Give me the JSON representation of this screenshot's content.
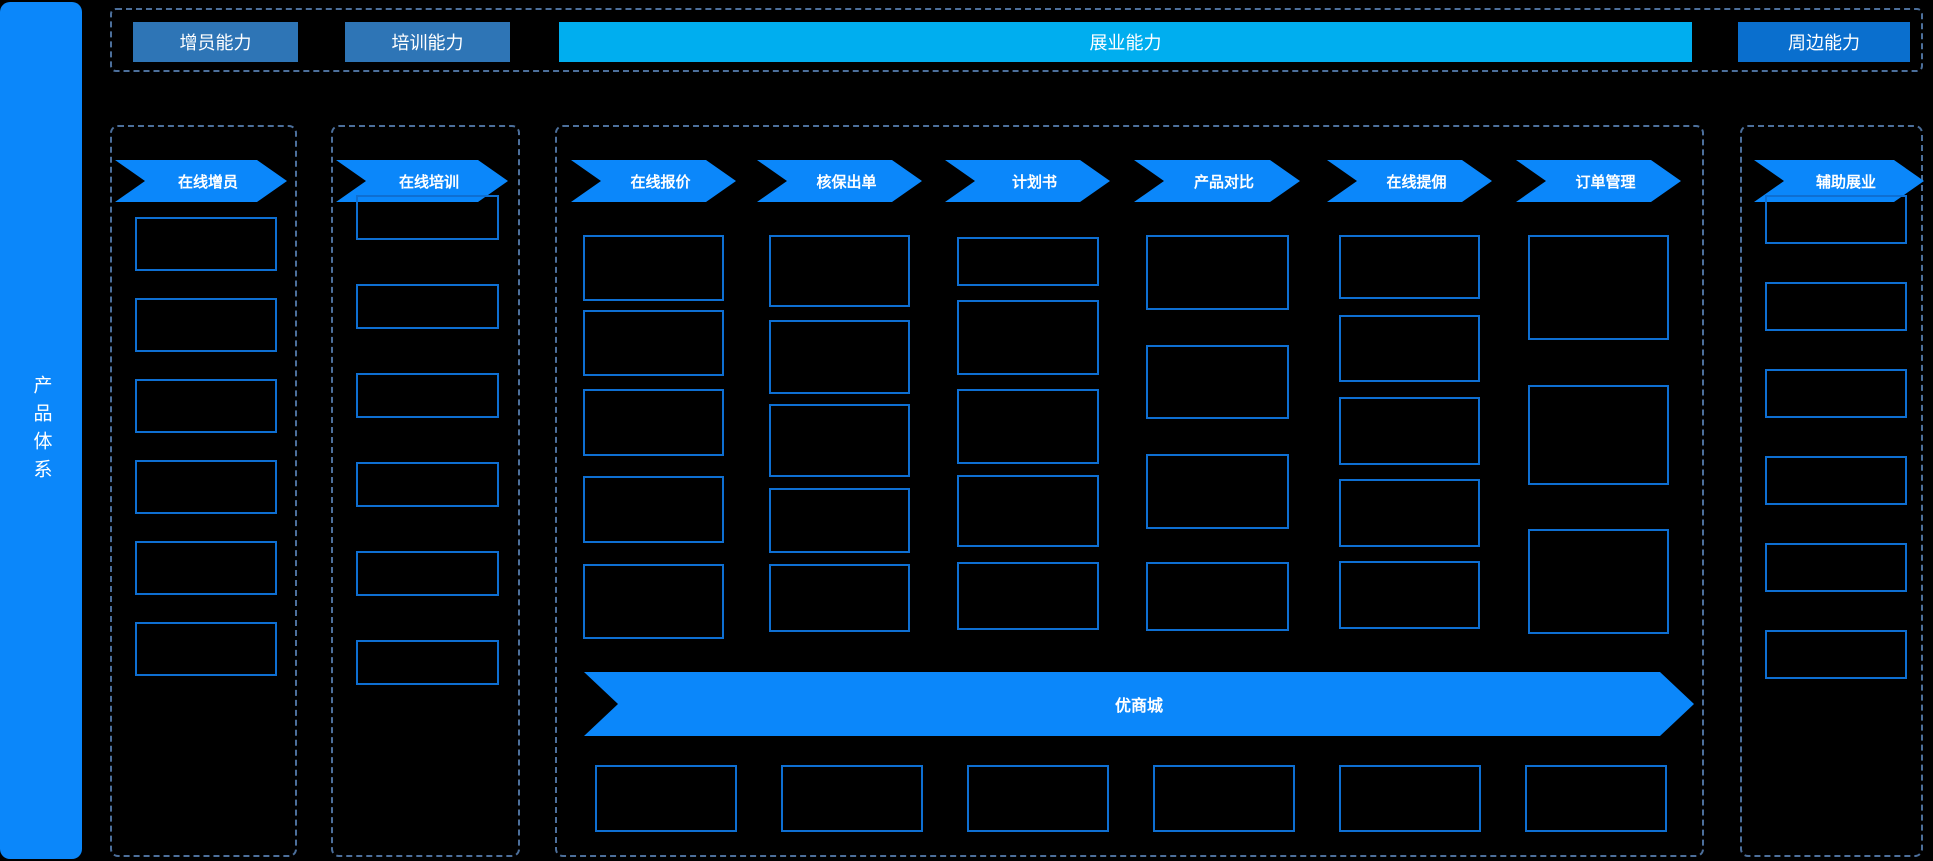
{
  "colors": {
    "bg": "#000000",
    "blue": "#0B87FA",
    "steel": "#2E75B6",
    "cyan": "#00AEEF",
    "mblue": "#0A6FCE",
    "border": "#0E6FD2",
    "dash": "#4C6F9B"
  },
  "left_rail": {
    "label": "产品体系"
  },
  "top_band": {
    "items": [
      {
        "id": "recruit-capability",
        "label": "增员能力"
      },
      {
        "id": "training-capability",
        "label": "培训能力"
      },
      {
        "id": "exhibition-capability",
        "label": "展业能力"
      },
      {
        "id": "peripheral-capability",
        "label": "周边能力"
      }
    ]
  },
  "panels": {
    "recruit": {
      "header": "在线增员",
      "box_count": 6
    },
    "training": {
      "header": "在线培训",
      "box_count": 6
    },
    "assist": {
      "header": "辅助展业",
      "box_count": 6
    },
    "main": {
      "columns": [
        {
          "id": "online-quote",
          "header": "在线报价",
          "box_count": 5
        },
        {
          "id": "underwrite-issue",
          "header": "核保出单",
          "box_count": 5
        },
        {
          "id": "proposal",
          "header": "计划书",
          "box_count": 5
        },
        {
          "id": "product-compare",
          "header": "产品对比",
          "box_count": 4
        },
        {
          "id": "online-commission",
          "header": "在线提佣",
          "box_count": 5
        },
        {
          "id": "order-management",
          "header": "订单管理",
          "box_count": 3
        }
      ],
      "banner": {
        "label": "优商城"
      },
      "bottom_box_count": 6
    }
  }
}
